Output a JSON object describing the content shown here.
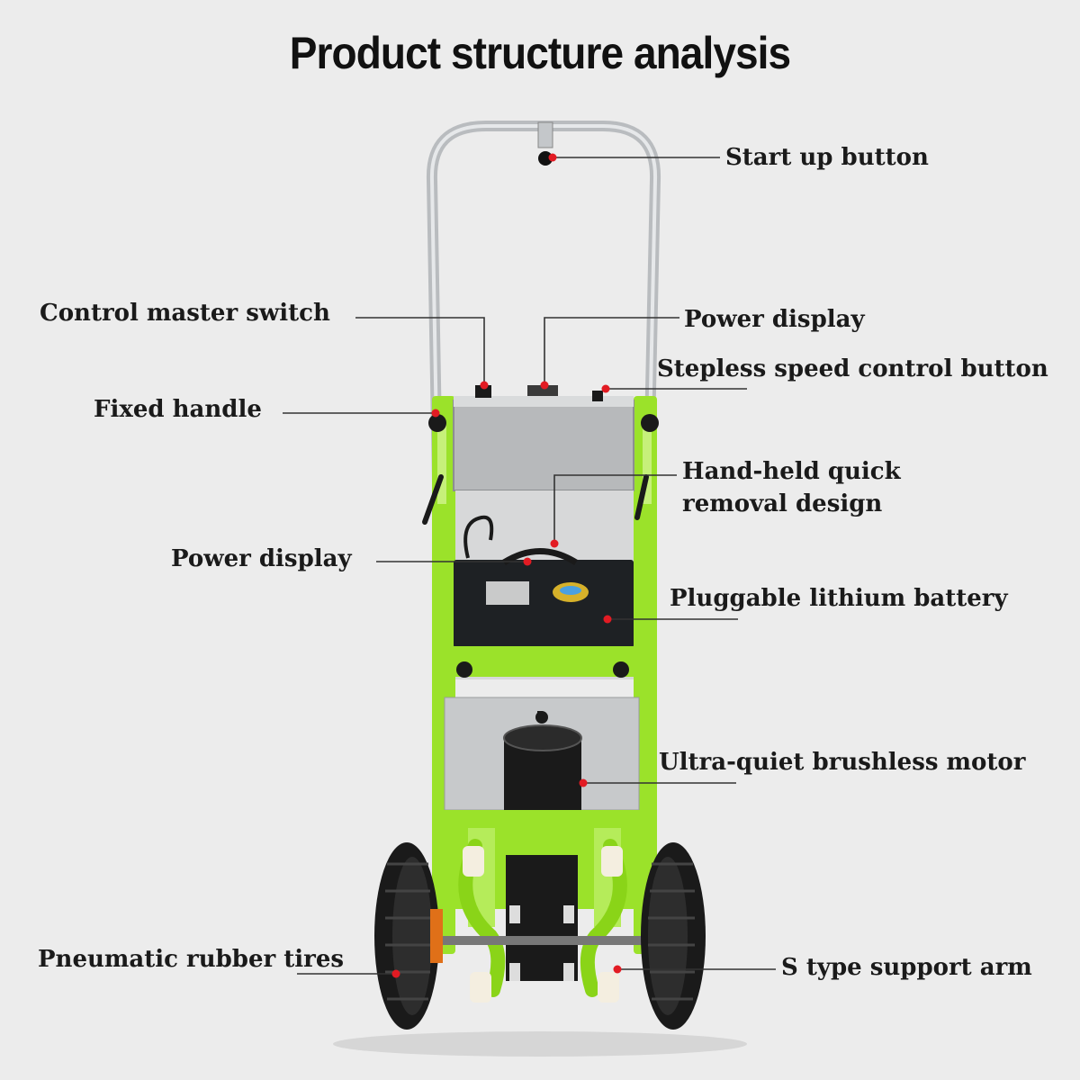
{
  "title": "Product structure analysis",
  "colors": {
    "frame": "#9be22a",
    "steel": "#b9bcbf",
    "battery": "#1e2124",
    "tire": "#1a1a1a",
    "dot": "#e21b23",
    "line": "#333333",
    "background": "#ececec"
  },
  "labels": {
    "start_up_button": "Start up button",
    "control_master_switch": "Control master switch",
    "power_display_top": "Power display",
    "stepless_speed_control_button": "Stepless speed control button",
    "fixed_handle": "Fixed handle",
    "hand_held_quick_removal_design_line1": "Hand-held quick",
    "hand_held_quick_removal_design_line2": "removal design",
    "power_display_middle": "Power display",
    "pluggable_lithium_battery": "Pluggable lithium battery",
    "ultra_quiet_brushless_motor": "Ultra-quiet brushless motor",
    "pneumatic_rubber_tires": "Pneumatic rubber tires",
    "s_type_support_arm": "S type support arm"
  }
}
